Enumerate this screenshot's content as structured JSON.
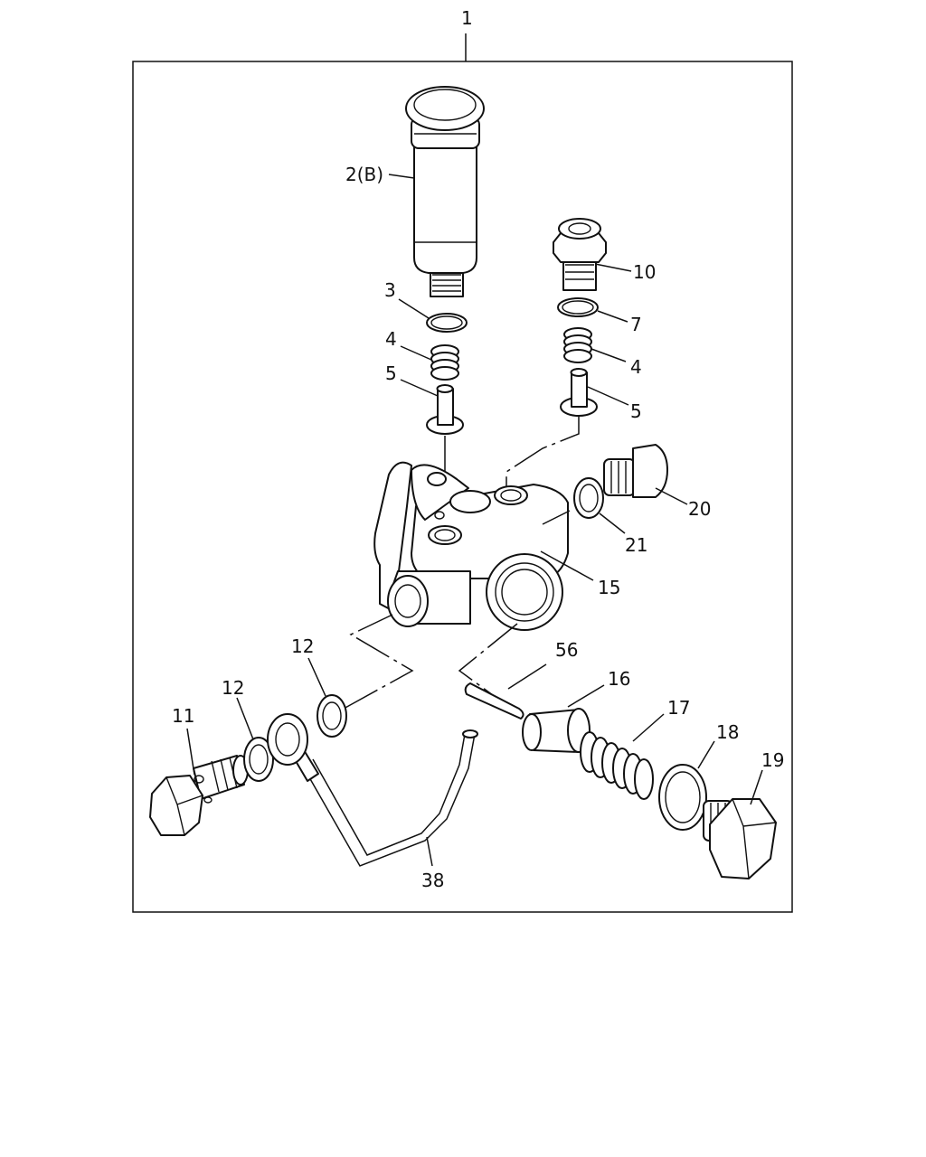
{
  "callouts": {
    "c1": "1",
    "c2": "2(B)",
    "c3": "3",
    "c4a": "4",
    "c4b": "4",
    "c5a": "5",
    "c5b": "5",
    "c7": "7",
    "c10": "10",
    "c11": "11",
    "c12a": "12",
    "c12b": "12",
    "c15": "15",
    "c16": "16",
    "c17": "17",
    "c18": "18",
    "c19": "19",
    "c20": "20",
    "c21": "21",
    "c38": "38",
    "c56": "56"
  }
}
